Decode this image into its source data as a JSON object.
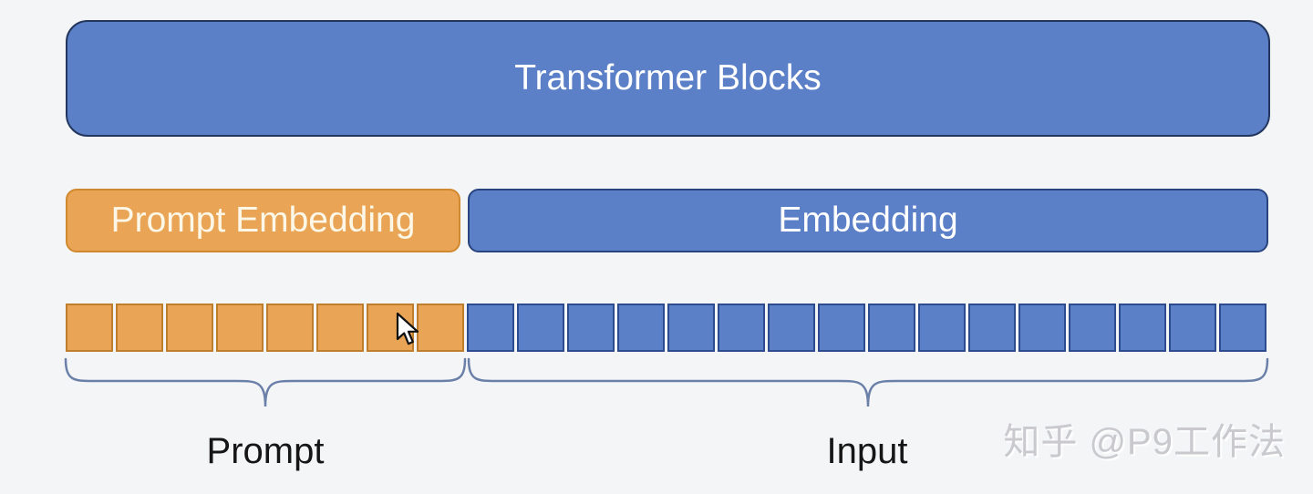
{
  "canvas": {
    "background": "#F4F5F7"
  },
  "transformer_box": {
    "label": "Transformer Blocks",
    "fill": "#5C80C7",
    "border": "#22365E",
    "text_color": "#FFFFFF"
  },
  "embedding_row": {
    "prompt_embedding": {
      "label": "Prompt Embedding",
      "fill": "#E9A455",
      "border": "#D0892F",
      "text_color": "#FCF7E6"
    },
    "embedding": {
      "label": "Embedding",
      "fill": "#5C80C7",
      "border": "#28437E",
      "text_color": "#FFFFFF"
    }
  },
  "token_row": {
    "prompt_tokens": {
      "count": 8,
      "fill": "#E9A455",
      "border": "#BF7E2E"
    },
    "input_tokens": {
      "count": 16,
      "fill": "#5C80C7",
      "border": "#2C4C8F"
    }
  },
  "annotations": {
    "brace_color": "#6B80A8",
    "prompt_label": "Prompt",
    "input_label": "Input",
    "label_color": "#161616"
  },
  "watermark": {
    "text": "知乎 @P9工作法",
    "color": "#C9C9CE"
  },
  "cursor_icon": "arrow-pointer"
}
